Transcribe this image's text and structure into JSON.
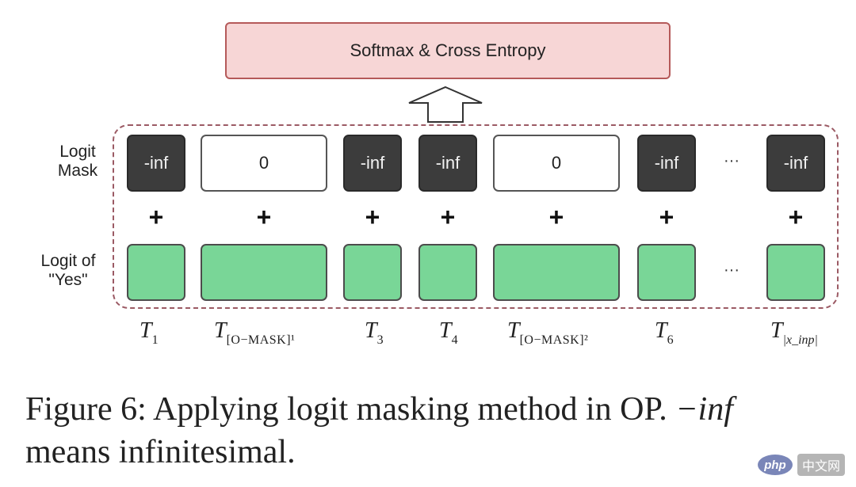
{
  "diagram": {
    "top_box_label": "Softmax & Cross Entropy",
    "row_labels": {
      "mask": [
        "Logit",
        "Mask"
      ],
      "yes": [
        "Logit of",
        "\"Yes\""
      ]
    },
    "mask_values": [
      "-inf",
      "0",
      "-inf",
      "-inf",
      "0",
      "-inf",
      "-inf"
    ],
    "plus_sign": "+",
    "ellipsis": "···",
    "tokens": [
      {
        "main": "T",
        "sub": "1"
      },
      {
        "main": "T",
        "sub": "[O−MASK]¹"
      },
      {
        "main": "T",
        "sub": "3"
      },
      {
        "main": "T",
        "sub": "4"
      },
      {
        "main": "T",
        "sub": "[O−MASK]²"
      },
      {
        "main": "T",
        "sub": "6"
      },
      {
        "main": "T",
        "sub": "|x_inp|"
      }
    ]
  },
  "caption": {
    "prefix": "Figure 6: Applying logit masking method in OP. ",
    "math": "−inf",
    "suffix": "means infinitesimal."
  },
  "watermark": {
    "logo": "php",
    "site": "中文网"
  },
  "colors": {
    "top_box_fill": "#f7d6d6",
    "top_box_border": "#b55a5a",
    "dark_cell": "#3c3c3c",
    "green_cell": "#79d697",
    "dashed_border": "#9b5a64"
  }
}
